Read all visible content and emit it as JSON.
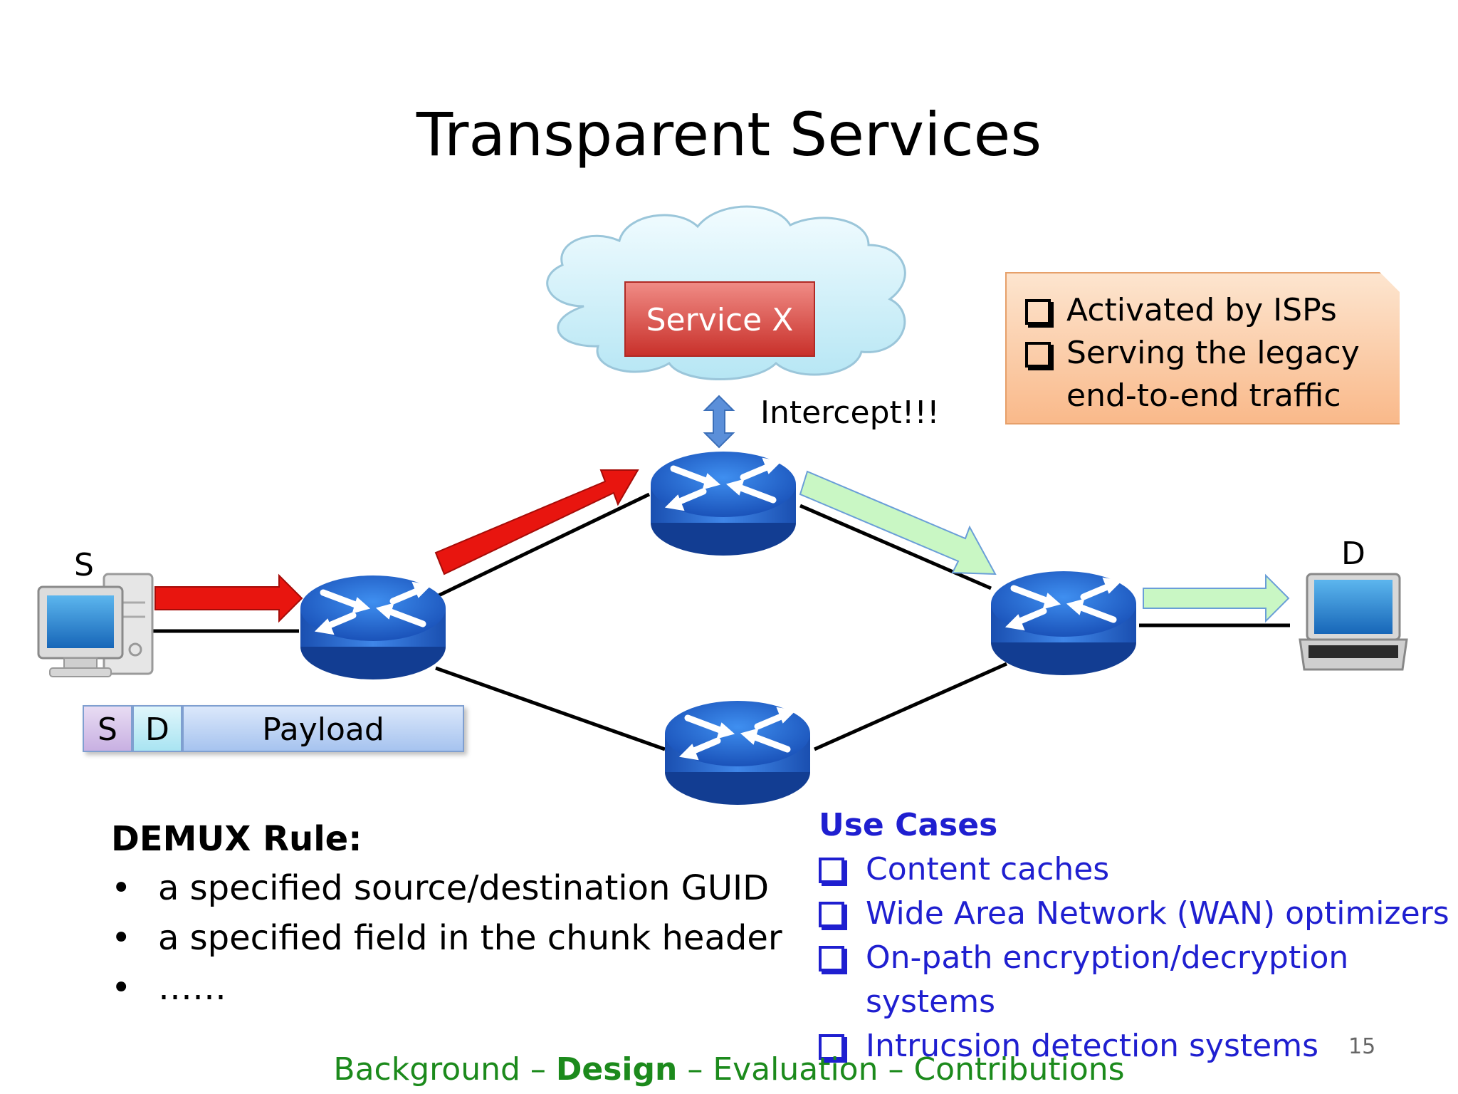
{
  "slide": {
    "title": "Transparent Services",
    "service_label": "Service X",
    "intercept_label": "Intercept!!!",
    "callout": {
      "items": [
        "Activated by ISPs",
        "Serving the legacy end-to-end traffic"
      ]
    },
    "source_label": "S",
    "destination_label": "D",
    "packet": {
      "s": "S",
      "d": "D",
      "payload": "Payload"
    },
    "demux": {
      "heading": "DEMUX Rule:",
      "items": [
        "a specified source/destination GUID",
        "a specified field in the chunk header",
        "……"
      ]
    },
    "use_cases": {
      "heading": "Use Cases",
      "items": [
        "Content caches",
        "Wide Area Network (WAN) optimizers",
        "On-path encryption/decryption systems",
        "Intrucsion detection systems"
      ]
    },
    "page_number": "15",
    "footer": {
      "part1": "Background – ",
      "part2": "Design",
      "part3": " – Evaluation – Contributions"
    }
  },
  "colors": {
    "red_arrow": "#e8150f",
    "green_arrow": "#c9f7c4",
    "router_blue": "#1c57c4",
    "service_red": "#d9534f",
    "use_cases_blue": "#1f1fd0",
    "footer_green": "#1c8a1c",
    "callout_orange": "#f9b98a"
  },
  "icons": [
    "cloud-icon",
    "router-icon",
    "desktop-computer-icon",
    "laptop-icon",
    "checkbox-icon"
  ]
}
